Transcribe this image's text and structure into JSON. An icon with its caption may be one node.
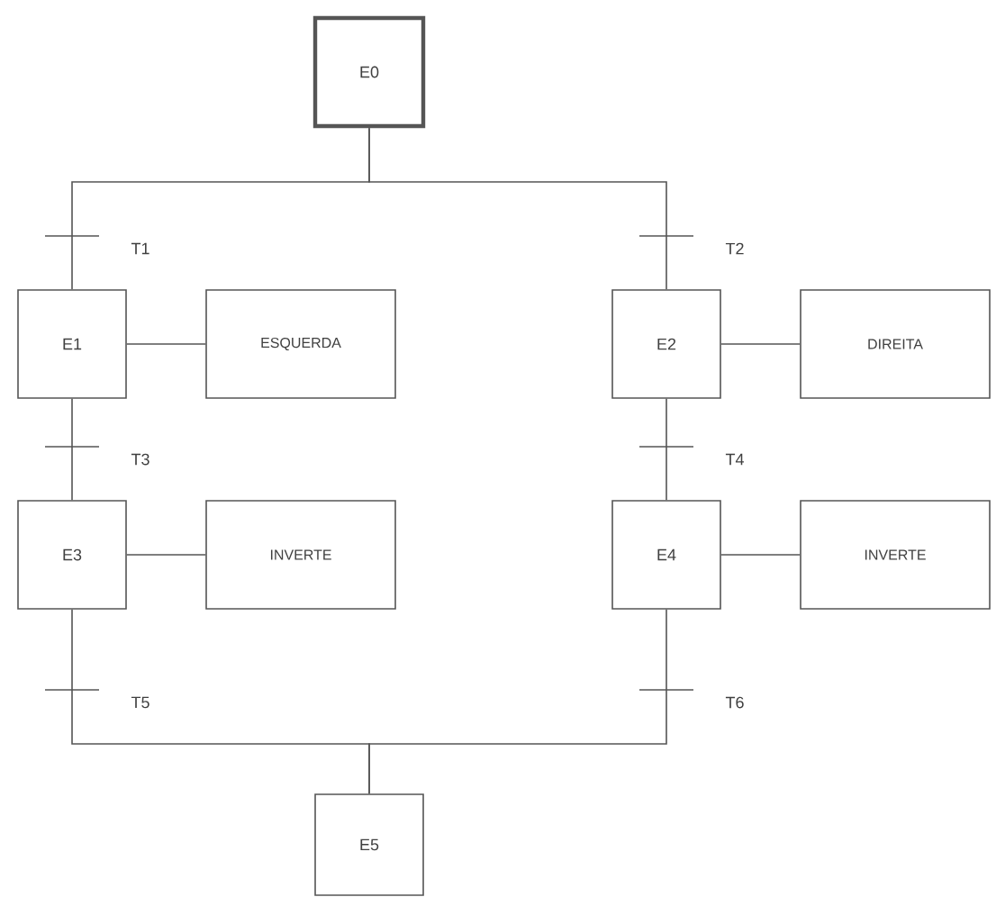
{
  "diagram": {
    "nodes": [
      {
        "text": [
          "E0"
        ]
      },
      {
        "text": [
          "E1"
        ]
      },
      {
        "text": [
          "ESQUERDA"
        ]
      },
      {
        "text": [
          "E2"
        ]
      },
      {
        "text": [
          "DIREITA"
        ]
      },
      {
        "text": [
          "E3"
        ]
      },
      {
        "text": [
          "INVERTE"
        ]
      },
      {
        "text": [
          "E4"
        ]
      },
      {
        "text": [
          "INVERTE"
        ]
      },
      {
        "text": [
          "E5"
        ]
      }
    ],
    "edges": [
      {
        "from": 0,
        "to": 1,
        "arrow": "none",
        "label": "T1"
      },
      {
        "from": 0,
        "to": 3,
        "arrow": "none",
        "label": "T2"
      },
      {
        "from": 1,
        "to": 2,
        "arrow": "none"
      },
      {
        "from": 3,
        "to": 4,
        "arrow": "none"
      },
      {
        "from": 1,
        "to": 5,
        "arrow": "none",
        "label": "T3"
      },
      {
        "from": 3,
        "to": 7,
        "arrow": "none",
        "label": "T4"
      },
      {
        "from": 5,
        "to": 6,
        "arrow": "none"
      },
      {
        "from": 7,
        "to": 8,
        "arrow": "none"
      },
      {
        "from": 5,
        "to": 9,
        "arrow": "none",
        "label": "T5"
      },
      {
        "from": 7,
        "to": 9,
        "arrow": "none",
        "label": "T6"
      }
    ]
  }
}
